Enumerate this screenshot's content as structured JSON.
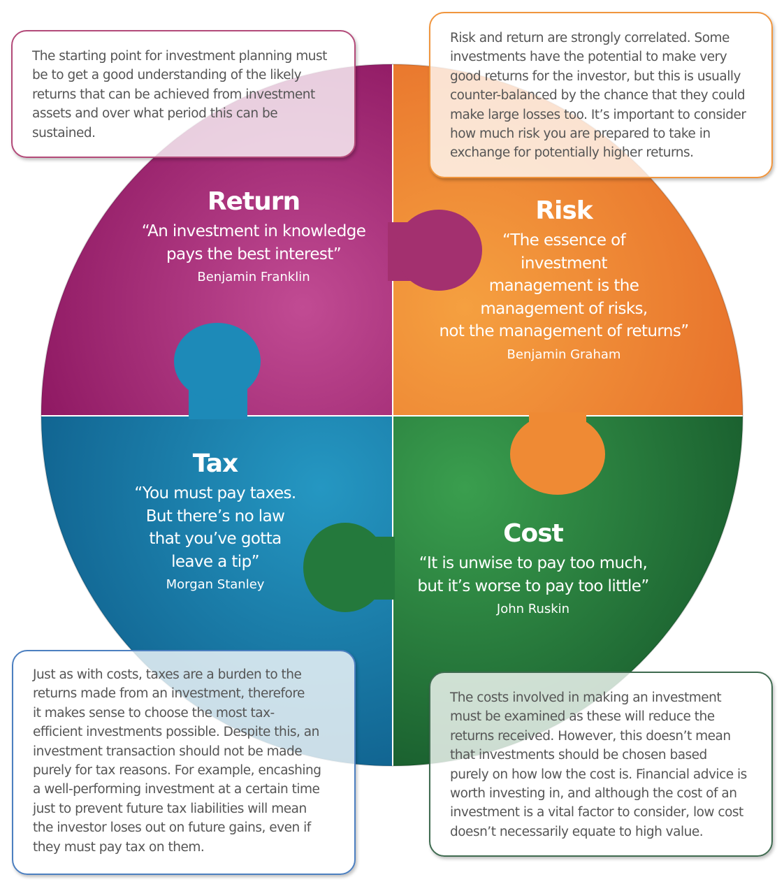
{
  "colors": {
    "return": "#9b2070",
    "risk": "#ee7c2e",
    "tax": "#1678a8",
    "cost": "#1f6d38"
  },
  "pieces": {
    "return": {
      "title": "Return",
      "quote": [
        "“An investment in knowledge",
        "pays the best interest”"
      ],
      "author": "Benjamin Franklin"
    },
    "risk": {
      "title": "Risk",
      "quote": [
        "“The essence of",
        "investment",
        "management is the",
        "management of risks,",
        "not the management of returns”"
      ],
      "author": "Benjamin Graham"
    },
    "tax": {
      "title": "Tax",
      "quote": [
        "“You must pay taxes.",
        "But there’s no law",
        "that you’ve gotta",
        "leave a tip”"
      ],
      "author": "Morgan Stanley"
    },
    "cost": {
      "title": "Cost",
      "quote": [
        "“It is unwise to pay too much,",
        "but it’s worse to pay too little”"
      ],
      "author": "John Ruskin"
    }
  },
  "boxes": {
    "return": [
      "The starting point for investment planning must",
      "be to get a good understanding of the likely",
      "returns that can be achieved from investment",
      "assets and over what period this can be",
      "sustained."
    ],
    "risk": [
      "Risk and return are strongly correlated. Some",
      "investments have the potential to make very",
      "good returns for the investor, but this is usually",
      "counter-balanced by the chance that they could",
      "make large losses too. It’s important to consider",
      "how much risk you are prepared to take in",
      "exchange for potentially higher returns."
    ],
    "tax": [
      "Just as with costs, taxes are a burden to the",
      "returns made from an investment, therefore",
      "it makes sense to choose the most tax-",
      "efficient investments possible. Despite this, an",
      "investment transaction should not be made",
      "purely for tax reasons. For example, encashing",
      "a well-performing investment at a certain time",
      "just to prevent future tax liabilities will mean",
      "the investor loses out on future gains, even if",
      "they must pay tax on them."
    ],
    "cost": [
      "The costs involved in making an investment",
      "must be examined as these will reduce the",
      "returns received. However, this doesn’t mean",
      "that investments should be chosen based",
      "purely on how low the cost is. Financial advice is",
      "worth investing in, and although the cost of an",
      "investment is a vital factor to consider, low cost",
      "doesn’t necessarily equate to high value."
    ]
  }
}
